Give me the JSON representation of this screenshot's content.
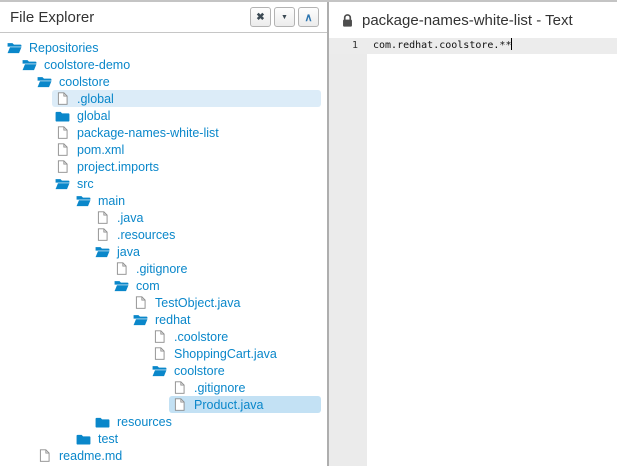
{
  "colors": {
    "accent_blue": "#0a87ca",
    "selection_light": "#dcecf8",
    "selection_strong": "#c3e1f4"
  },
  "file_explorer": {
    "title": "File Explorer",
    "buttons": [
      {
        "name": "close",
        "glyph": "✖"
      },
      {
        "name": "menu",
        "glyph": "▼"
      },
      {
        "name": "collapse",
        "glyph": "∧"
      }
    ],
    "tree": [
      {
        "label": "Repositories",
        "icon": "folder-open",
        "level": 0
      },
      {
        "label": "coolstore-demo",
        "icon": "folder-open",
        "level": 1
      },
      {
        "label": "coolstore",
        "icon": "folder-open",
        "level": 2
      },
      {
        "label": ".global",
        "icon": "file",
        "level": 3,
        "selected": "light"
      },
      {
        "label": "global",
        "icon": "folder-closed",
        "level": 3
      },
      {
        "label": "package-names-white-list",
        "icon": "file",
        "level": 3
      },
      {
        "label": "pom.xml",
        "icon": "file",
        "level": 3
      },
      {
        "label": "project.imports",
        "icon": "file",
        "level": 3
      },
      {
        "label": "src",
        "icon": "folder-open",
        "level": 3
      },
      {
        "label": "main",
        "icon": "folder-open",
        "level": 4
      },
      {
        "label": ".java",
        "icon": "file",
        "level": 5
      },
      {
        "label": ".resources",
        "icon": "file",
        "level": 5
      },
      {
        "label": "java",
        "icon": "folder-open",
        "level": 5
      },
      {
        "label": ".gitignore",
        "icon": "file",
        "level": 6
      },
      {
        "label": "com",
        "icon": "folder-open",
        "level": 6
      },
      {
        "label": "TestObject.java",
        "icon": "file",
        "level": 7
      },
      {
        "label": "redhat",
        "icon": "folder-open",
        "level": 7
      },
      {
        "label": ".coolstore",
        "icon": "file",
        "level": 8
      },
      {
        "label": "ShoppingCart.java",
        "icon": "file",
        "level": 8
      },
      {
        "label": "coolstore",
        "icon": "folder-open",
        "level": 8
      },
      {
        "label": ".gitignore",
        "icon": "file",
        "level": 9
      },
      {
        "label": "Product.java",
        "icon": "file",
        "level": 9,
        "selected": "strong"
      },
      {
        "label": "resources",
        "icon": "folder-closed",
        "level": 5
      },
      {
        "label": "test",
        "icon": "folder-closed",
        "level": 4
      },
      {
        "label": "readme.md",
        "icon": "file",
        "level": 2
      }
    ]
  },
  "editor": {
    "title": "package-names-white-list - Text",
    "lock_icon": "lock-icon",
    "lines": [
      {
        "number": "1",
        "text": "com.redhat.coolstore.**"
      }
    ],
    "cursor_after_line": "1"
  }
}
